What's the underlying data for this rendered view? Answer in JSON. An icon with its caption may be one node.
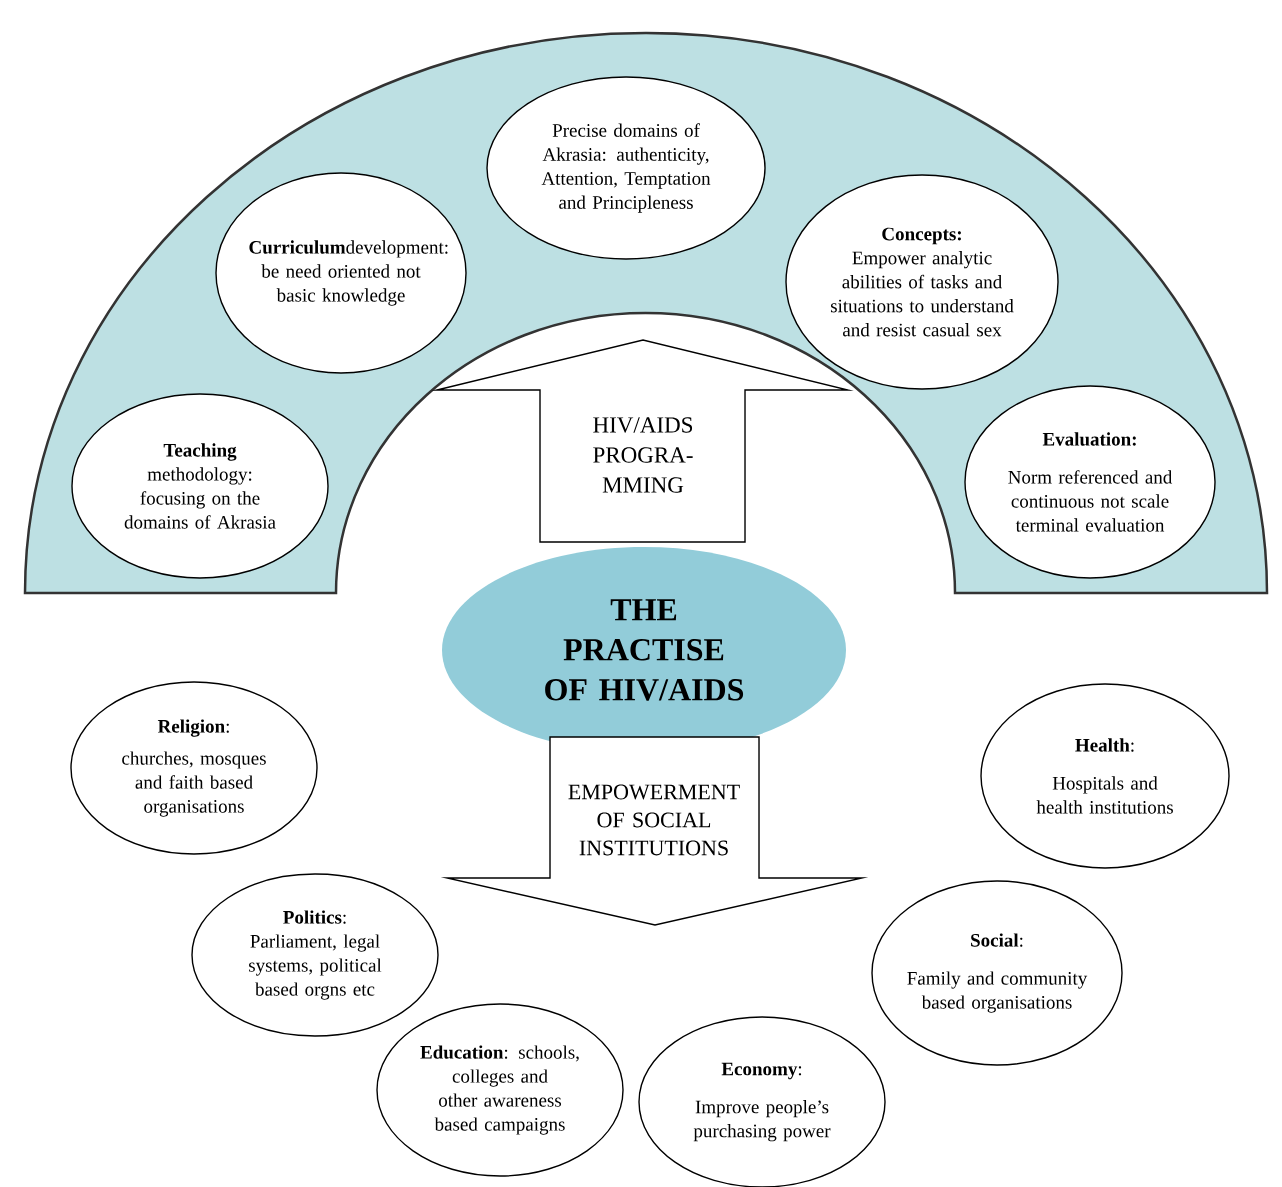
{
  "diagram": {
    "nodes": [
      {
        "text": [
          "Precise domains of Akrasia: authenticity, Attention, Temptation and Principleness"
        ]
      },
      {
        "text": [
          "**Curriculum**development: be need oriented not basic knowledge"
        ]
      },
      {
        "text": [
          "Concepts:",
          "Empower analytic abilities of tasks and situations to understand and resist casual sex"
        ]
      },
      {
        "text": [
          "Teaching",
          "methodology: focusing on the domains of Akrasia"
        ]
      },
      {
        "text": [
          "Evaluation:",
          "Norm referenced and continuous not scale terminal evaluation"
        ]
      },
      {
        "text": [
          "HIV/AIDS PROGRA- MMING"
        ]
      },
      {
        "text": [
          "THE PRACTISE OF HIV/AIDS"
        ]
      },
      {
        "text": [
          "EMPOWERMENT OF SOCIAL INSTITUTIONS"
        ]
      },
      {
        "text": [
          "**Religion**:",
          "churches, mosques and faith based organisations"
        ]
      },
      {
        "text": [
          "**Health**:",
          "Hospitals and health institutions"
        ]
      },
      {
        "text": [
          "**Politics**:",
          "Parliament, legal systems, political based orgns etc"
        ]
      },
      {
        "text": [
          "**Social**:",
          "Family and community based organisations"
        ]
      },
      {
        "text": [
          "**Education**: schools, colleges and other awareness based campaigns"
        ]
      },
      {
        "text": [
          "**Economy**:",
          "Improve people’s purchasing power"
        ]
      }
    ]
  }
}
